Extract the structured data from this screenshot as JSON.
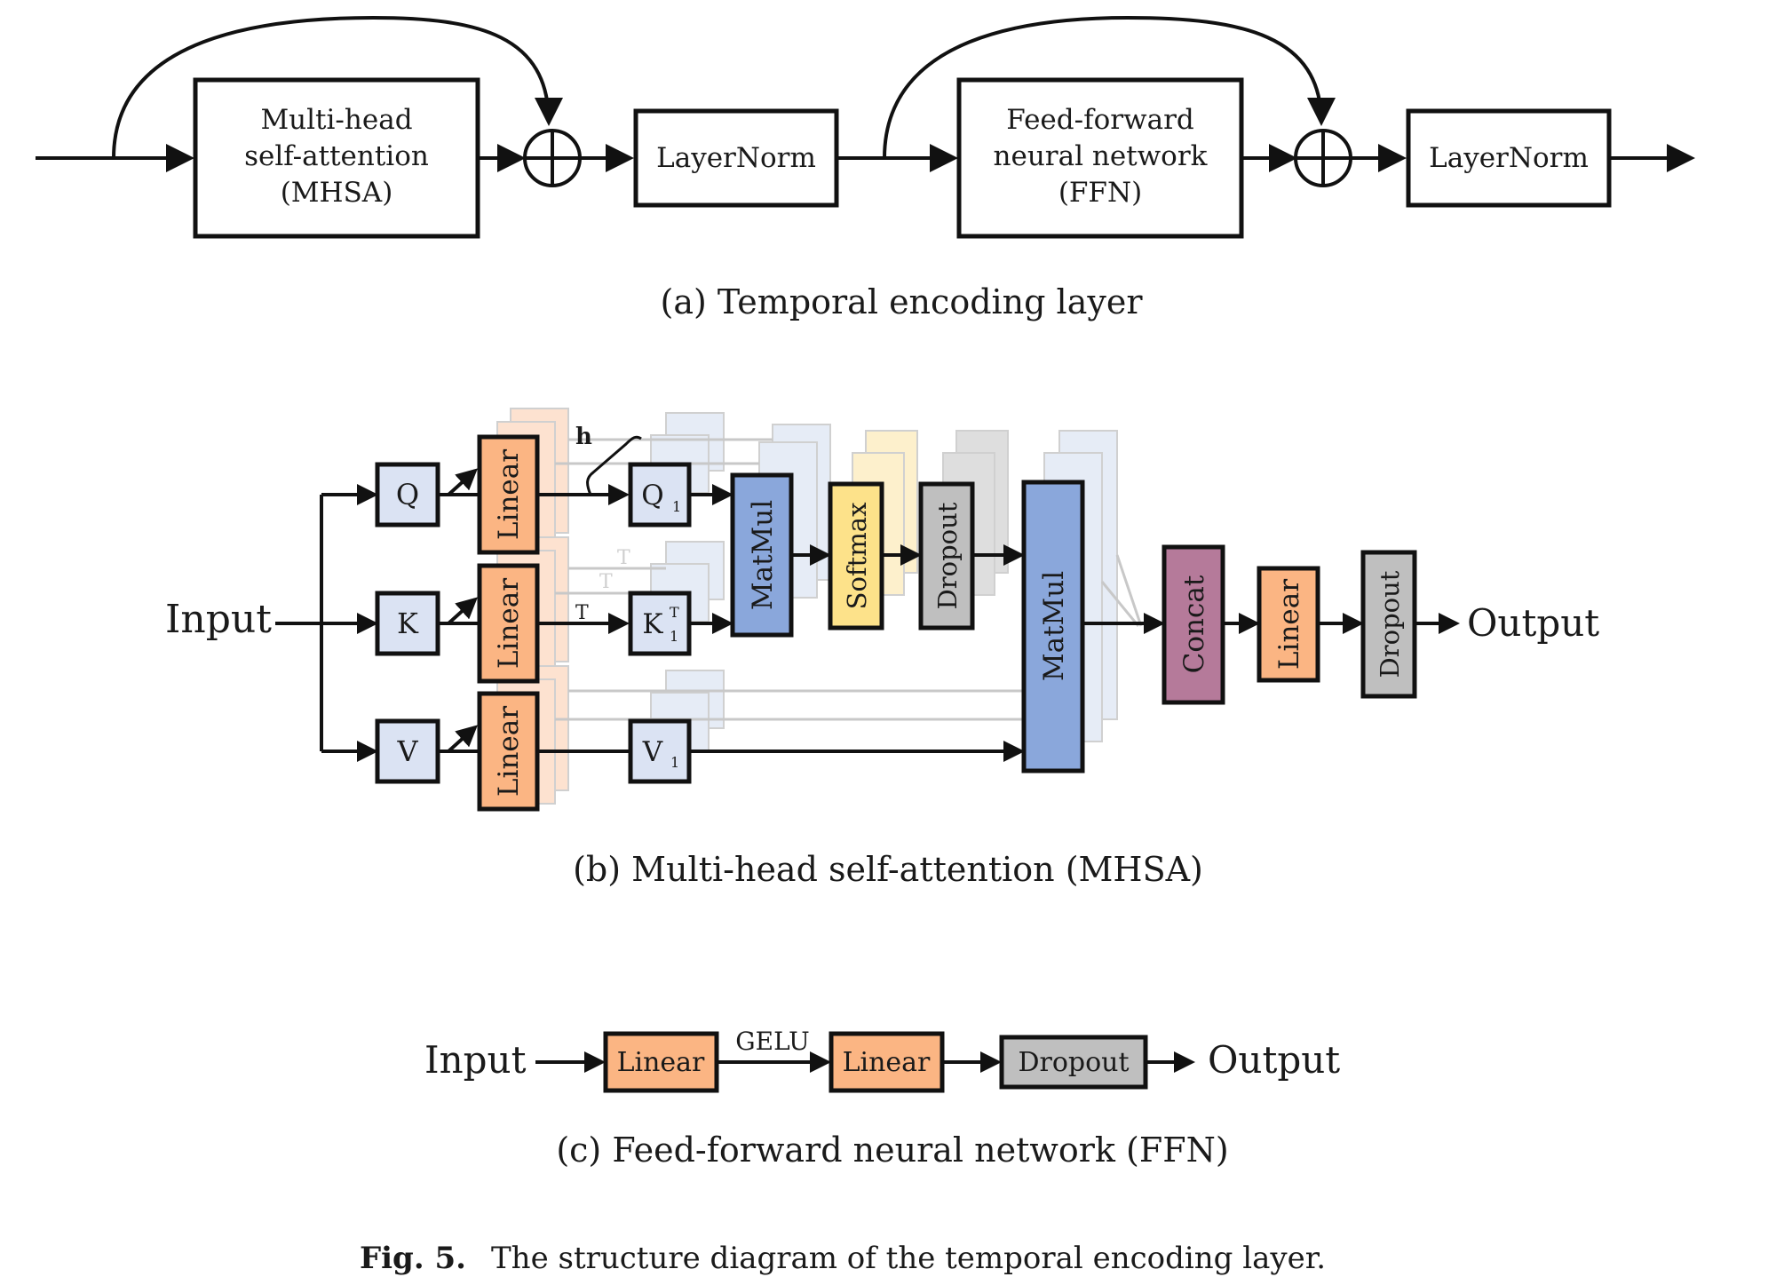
{
  "colors": {
    "qkv": "#dbe3f3",
    "linear": "#fbb583",
    "matmul": "#8aa7db",
    "softmax": "#fde28a",
    "dropout": "#bfbfbf",
    "concat": "#b57a9a",
    "ghost_linear": "#fde2d0",
    "ghost_blue": "#e6ecf6",
    "ghost_soft": "#fdf0cc",
    "ghost_drop": "#dedede"
  },
  "panel_a": {
    "mhsa": [
      "Multi-head",
      "self-attention",
      "(MHSA)"
    ],
    "layernorm1": "LayerNorm",
    "ffn": [
      "Feed-forward",
      "neural network",
      "(FFN)"
    ],
    "layernorm2": "LayerNorm",
    "caption": "(a)  Temporal encoding layer"
  },
  "panel_b": {
    "input": "Input",
    "q": "Q",
    "k": "K",
    "v": "V",
    "linear": "Linear",
    "heads_label": "h",
    "q1": "Q",
    "q1_sub": "1",
    "k1": "K",
    "k1_sub": "1",
    "k1_sup": "T",
    "v1": "V",
    "v1_sub": "1",
    "transpose_label": "T",
    "matmul1": "MatMul",
    "softmax": "Softmax",
    "dropout1": "Dropout",
    "matmul2": "MatMul",
    "concat": "Concat",
    "linear_out": "Linear",
    "dropout2": "Dropout",
    "output": "Output",
    "caption": "(b)  Multi-head self-attention (MHSA)"
  },
  "panel_c": {
    "input": "Input",
    "linear1": "Linear",
    "activation": "GELU",
    "linear2": "Linear",
    "dropout": "Dropout",
    "output": "Output",
    "caption": "(c)  Feed-forward neural network (FFN)"
  },
  "figure_caption": {
    "label": "Fig. 5.",
    "text": "The structure diagram of the temporal encoding layer."
  }
}
